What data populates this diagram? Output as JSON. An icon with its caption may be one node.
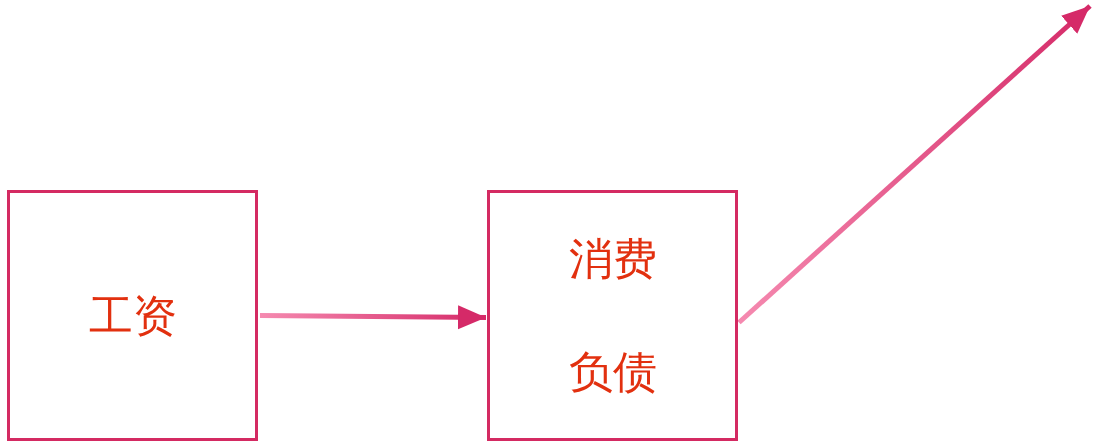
{
  "diagram": {
    "nodes": [
      {
        "text": [
          "工资"
        ]
      },
      {
        "text": [
          "消费",
          "负债"
        ]
      }
    ],
    "edges": [
      {
        "from": 0,
        "to": 1,
        "arrow": "to"
      },
      {
        "from": 1,
        "to": null,
        "arrow": "to"
      }
    ]
  }
}
